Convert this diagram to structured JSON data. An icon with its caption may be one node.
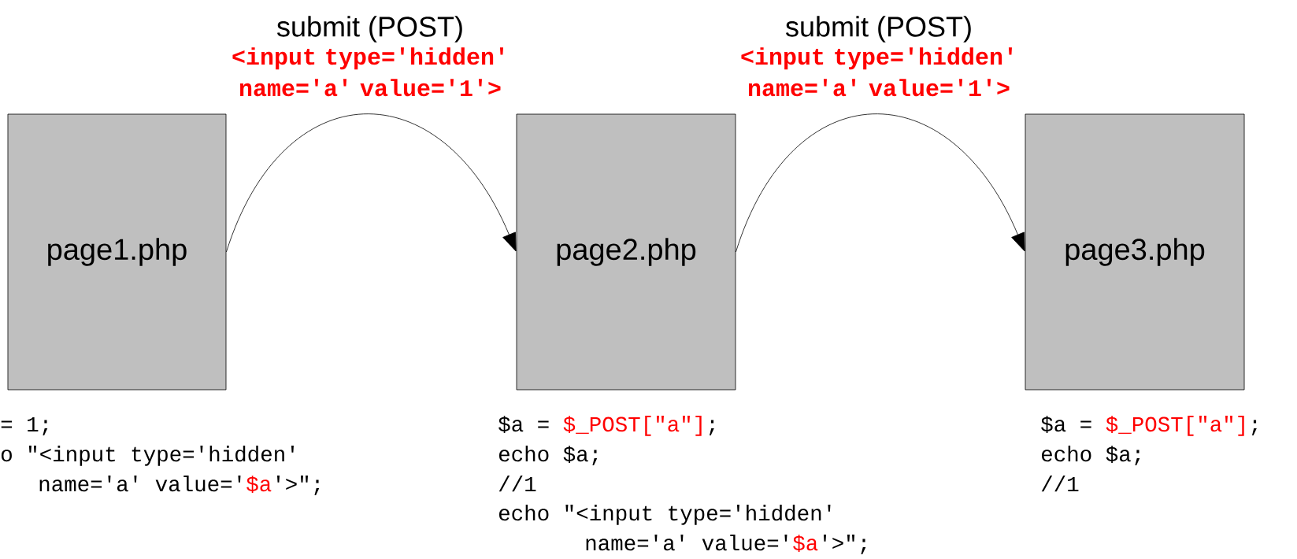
{
  "diagram": {
    "nodes": [
      {
        "text": [
          "page1.php"
        ]
      },
      {
        "text": [
          "page2.php"
        ]
      },
      {
        "text": [
          "page3.php"
        ]
      }
    ],
    "edges": [
      {
        "from": 0,
        "to": 1,
        "arrow": "to",
        "label": "submit (POST)"
      },
      {
        "from": 1,
        "to": 2,
        "arrow": "to",
        "label": "submit (POST)"
      }
    ],
    "labels": [
      "<input type='hidden' name='a' value='1'>",
      "<input type='hidden' name='a' value='1'>",
      "= 1;",
      "o \"<input type='hidden'",
      "name='a' value='",
      "$a",
      "'>\";",
      "$a =",
      "$_POST[\"a\"]",
      ";",
      "echo $a;",
      "//1",
      "echo \"<input type='hidden'",
      "name='a' value='",
      "$a",
      "'>\";",
      "$a =",
      "$_POST[\"a\"]",
      ";",
      "echo $a;",
      "//1"
    ]
  }
}
